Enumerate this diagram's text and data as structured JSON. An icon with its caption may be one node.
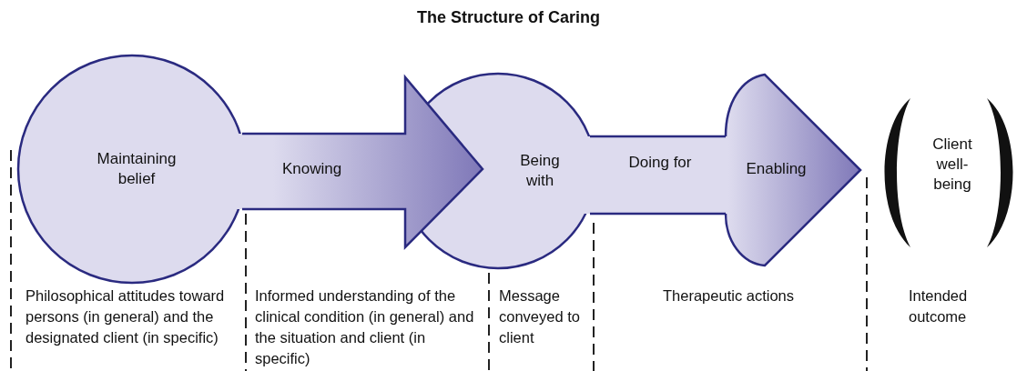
{
  "diagram": {
    "title": "The Structure of Caring",
    "nodes": [
      {
        "text": [
          "Maintaining belief"
        ]
      },
      {
        "text": [
          "Knowing"
        ]
      },
      {
        "text": [
          "Being with"
        ]
      },
      {
        "text": [
          "Doing for"
        ]
      },
      {
        "text": [
          "Enabling"
        ]
      },
      {
        "text": [
          "Client well-being"
        ]
      }
    ],
    "labels": [
      "Philosophical attitudes toward persons (in general) and the designated client (in specific)",
      "Informed understanding of the clinical condition (in general) and the situation and client (in specific)",
      "Message conveyed to client",
      "Therapeutic actions",
      "Intended outcome"
    ]
  }
}
